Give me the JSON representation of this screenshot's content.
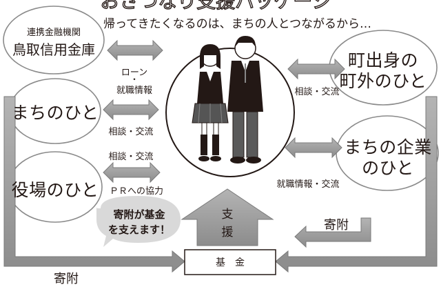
{
  "banner": {
    "title_partial": "おさつなり支援パッケージ",
    "subtitle": "帰ってきたくなるのは、まちの人とつながるから…"
  },
  "nodes": {
    "bank": {
      "line1": "連携金融機関",
      "line2": "鳥取信用金庫"
    },
    "residents": {
      "label": "まちのひと"
    },
    "town_office": {
      "label": "役場のひと"
    },
    "outside": {
      "line1": "町出身の",
      "line2": "町外のひと"
    },
    "companies": {
      "line1": "まちの企業",
      "line2": "のひと"
    },
    "fund": {
      "label": "基　金"
    }
  },
  "links": {
    "bank_label_1": "ローン",
    "bank_label_dot": "・",
    "bank_label_2": "就職情報",
    "residents_label": "相談・交流",
    "office_label_top": "相談・交流",
    "office_label_bottom": "ＰＲへの協力",
    "outside_label": "相談・交流",
    "companies_label": "就職情報・交流",
    "support_line1": "支",
    "support_line2": "援",
    "donation_right": "寄附",
    "donation_left": "寄附"
  },
  "callout": {
    "line1": "寄附が基金",
    "line2": "を支えます！"
  },
  "colors": {
    "arrow_fill": "#a3a3a3",
    "arrow_stroke": "#7a7a7a",
    "callout_fill": "#d9d9d9",
    "text": "#231815"
  }
}
